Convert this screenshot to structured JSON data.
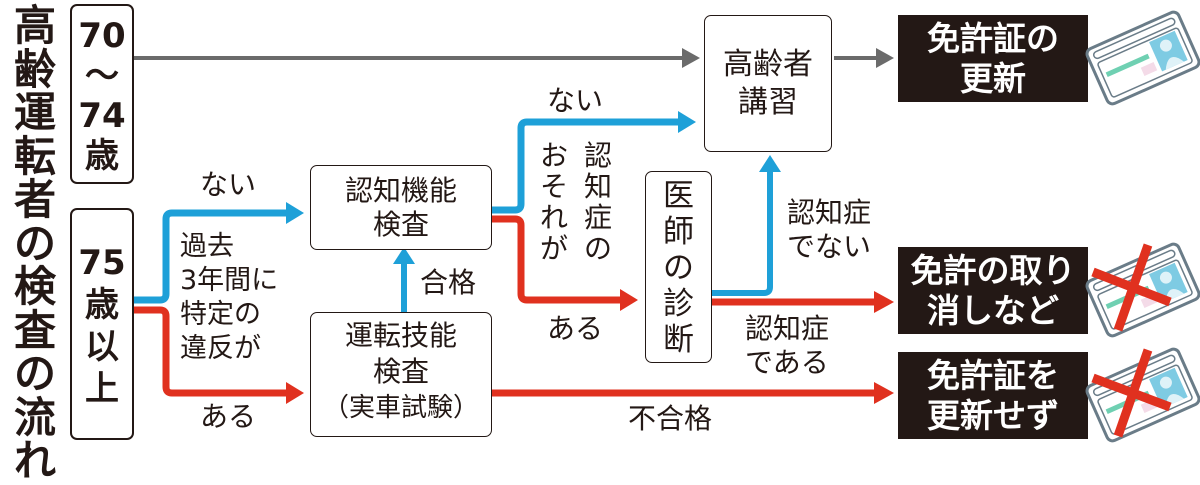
{
  "title": "高齢運転者の検査の流れ",
  "title_chars": [
    "高",
    "齢",
    "運",
    "転",
    "者",
    "の",
    "検",
    "査",
    "の",
    "流",
    "れ"
  ],
  "colors": {
    "gray_arrow": "#6b6b6b",
    "blue_arrow": "#1ea0d8",
    "red_arrow": "#e0311f",
    "text": "#231815",
    "result_bg": "#231815"
  },
  "age_groups": {
    "group1": {
      "lines": [
        "70",
        "～",
        "74",
        "歳"
      ]
    },
    "group2": {
      "lines": [
        "75",
        "歳",
        "以",
        "上"
      ]
    }
  },
  "condition": {
    "lines": [
      "過去",
      "3年間に",
      "特定の",
      "違反が"
    ]
  },
  "branch_labels": {
    "no_violation": "ない",
    "violation": "ある",
    "no_dementia_risk": "ない",
    "dementia_risk": "ある",
    "pass": "合格",
    "fail": "不合格",
    "dementia_risk_vertical": [
      "認知症の",
      "おそれが"
    ],
    "not_dementia": [
      "認知症",
      "でない"
    ],
    "is_dementia": [
      "認知症",
      "である"
    ]
  },
  "process_boxes": {
    "cognitive_test": [
      "認知機能",
      "検査"
    ],
    "driving_test": [
      "運転技能",
      "検査",
      "（実車試験）"
    ],
    "elderly_course": [
      "高齢者",
      "講習"
    ],
    "doctor_diagnosis": [
      "医",
      "師",
      "の",
      "診",
      "断"
    ]
  },
  "results": {
    "renewal": [
      "免許証の",
      "更新"
    ],
    "revocation": [
      "免許の取り",
      "消しなど"
    ],
    "no_renewal": [
      "免許証を",
      "更新せず"
    ]
  },
  "icons": {
    "renewal": "license-card-icon",
    "revocation": "license-card-crossed-icon",
    "no_renewal": "license-card-crossed-icon"
  }
}
